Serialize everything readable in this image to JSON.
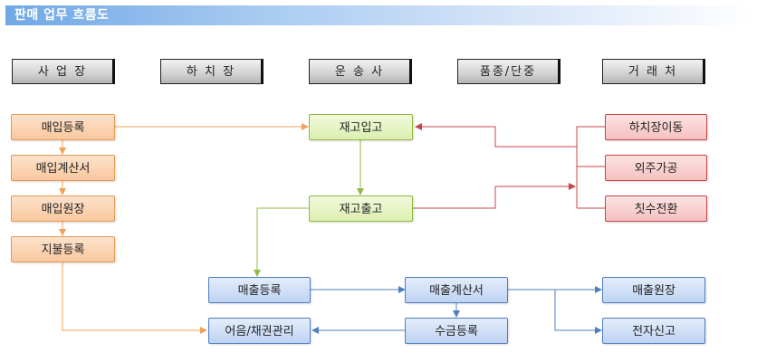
{
  "title": "판매 업무 흐름도",
  "headers": {
    "business": "사 업 장",
    "warehouse": "하 치 장",
    "transport": "운 송 사",
    "product": "품종/단중",
    "client": "거 래 처"
  },
  "nodes": {
    "purchase_register": "매입등록",
    "purchase_invoice": "매입계산서",
    "purchase_ledger": "매입원장",
    "payment_register": "지불등록",
    "stock_in": "재고입고",
    "stock_out": "재고출고",
    "warehouse_move": "하치장이동",
    "outsourcing": "외주가공",
    "dimension_change": "칫수전환",
    "sales_register": "매출등록",
    "sales_invoice": "매출계산서",
    "sales_ledger": "매출원장",
    "note_receivable": "어음/채권관리",
    "collection_register": "수금등록",
    "e_report": "전자신고"
  },
  "colors": {
    "orange_line": "#f0a05a",
    "green_line": "#93b845",
    "red_line": "#c9454a",
    "blue_line": "#4f7fc2"
  }
}
